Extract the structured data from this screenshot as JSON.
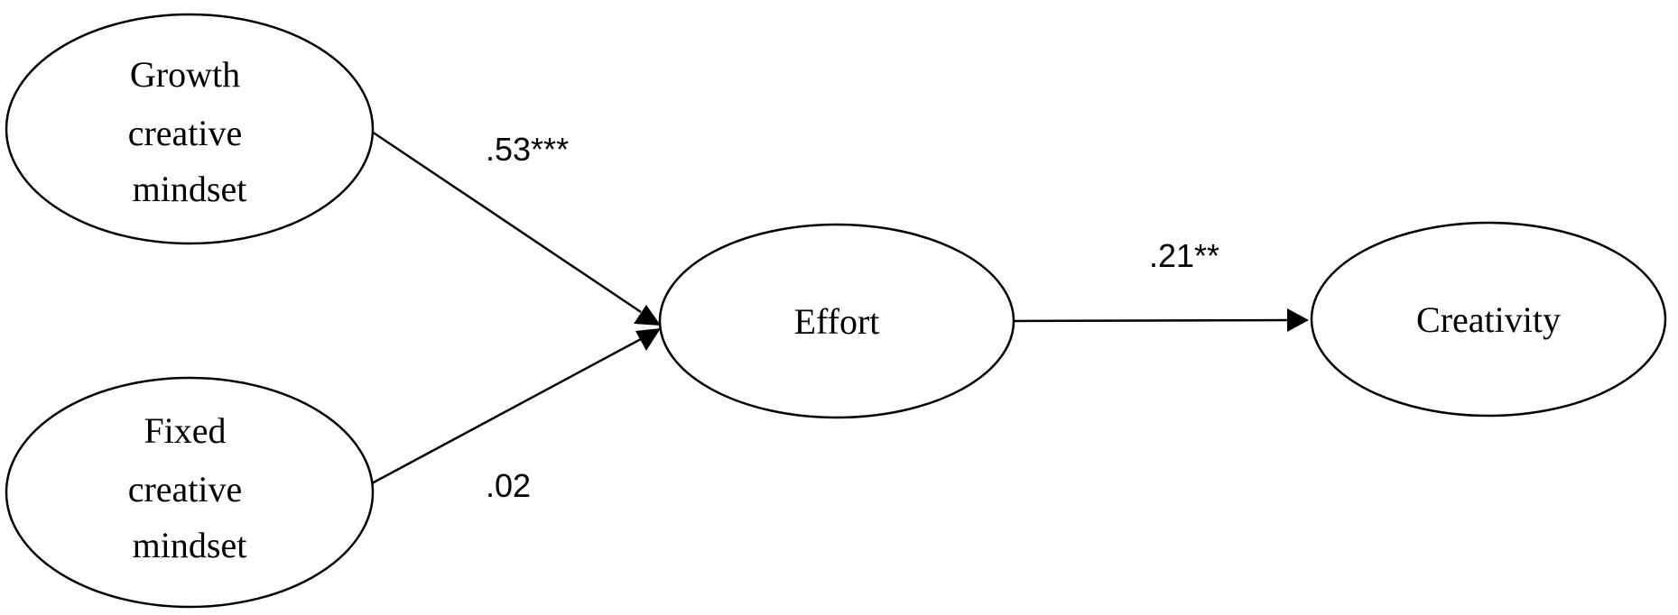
{
  "nodes": {
    "growth": {
      "lines": [
        "Growth",
        "creative",
        "mindset"
      ]
    },
    "fixed": {
      "lines": [
        "Fixed",
        "creative",
        "mindset"
      ]
    },
    "effort": {
      "lines": [
        "Effort"
      ]
    },
    "creativity": {
      "lines": [
        "Creativity"
      ]
    }
  },
  "edges": {
    "growth_effort": {
      "label": ".53***"
    },
    "fixed_effort": {
      "label": ".02"
    },
    "effort_creativity": {
      "label": ".21**"
    }
  },
  "colors": {
    "stroke": "#000000",
    "fill": "#ffffff",
    "text": "#000000"
  }
}
